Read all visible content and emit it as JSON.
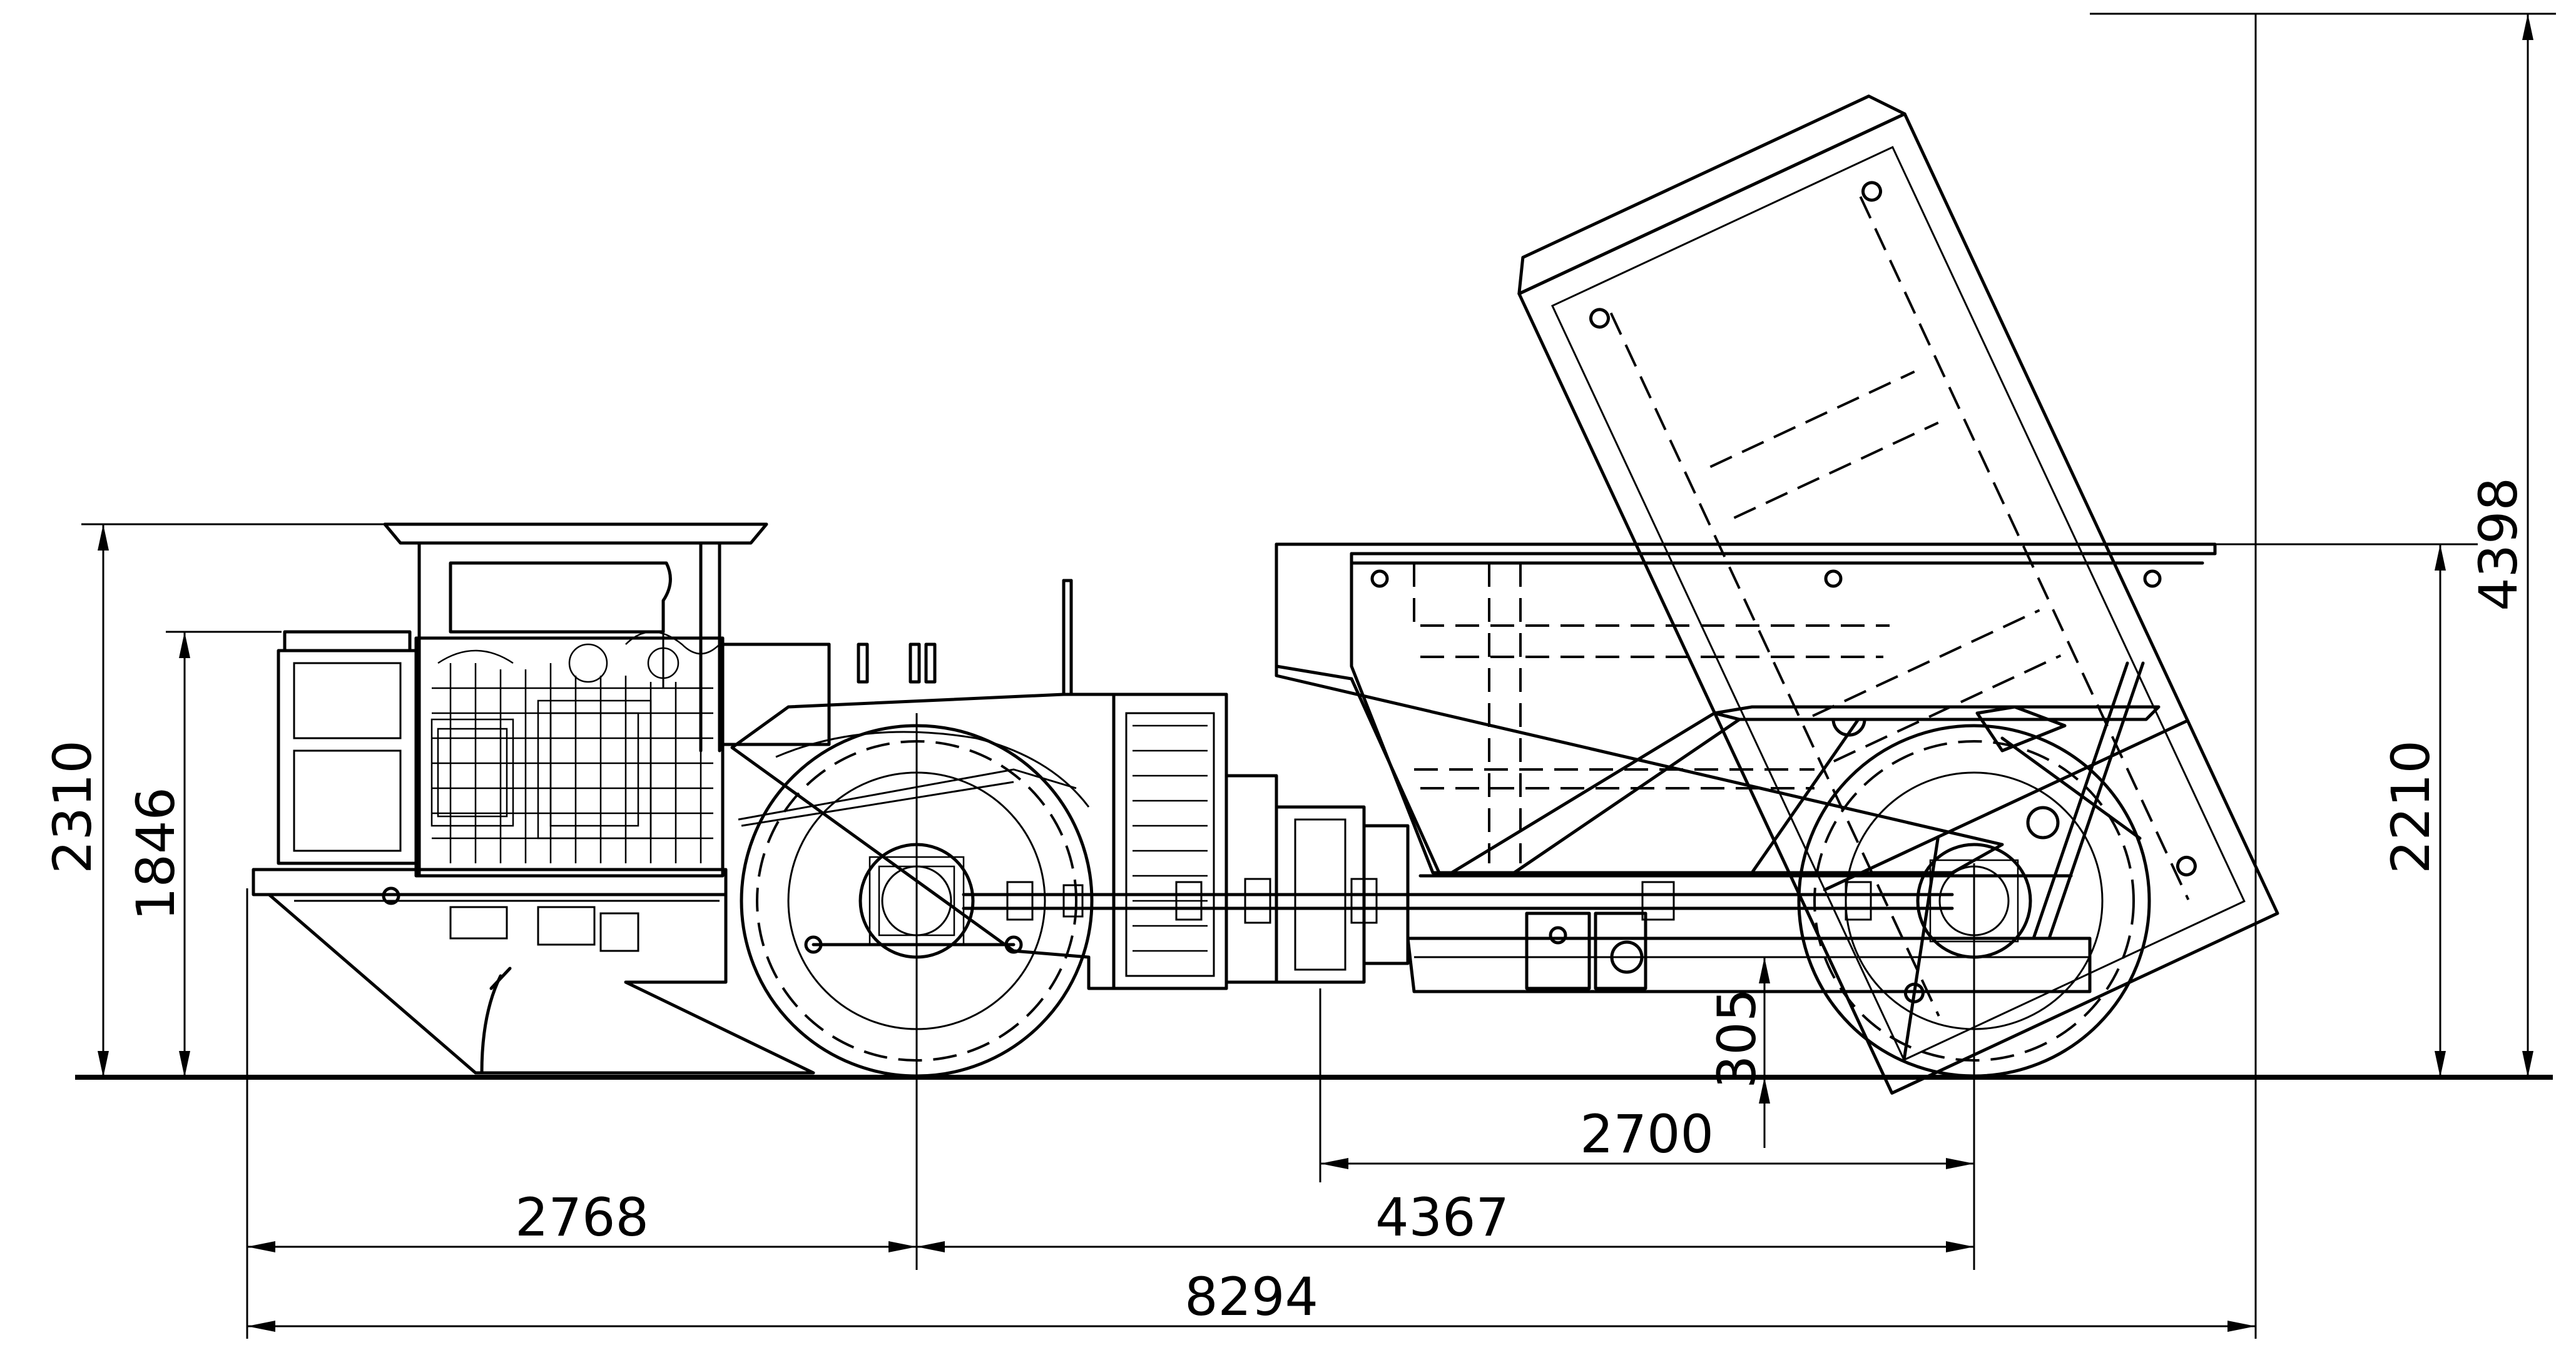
{
  "dimensions": {
    "length_total": "8294",
    "front_overhang": "2768",
    "wheelbase": "4367",
    "dump_section": "2700",
    "ground_clearance": "305",
    "height_canopy": "2310",
    "height_engine": "1846",
    "height_box": "2210",
    "height_dump_raised": "4398"
  },
  "colors": {
    "line": "#000000",
    "paper": "#ffffff"
  }
}
